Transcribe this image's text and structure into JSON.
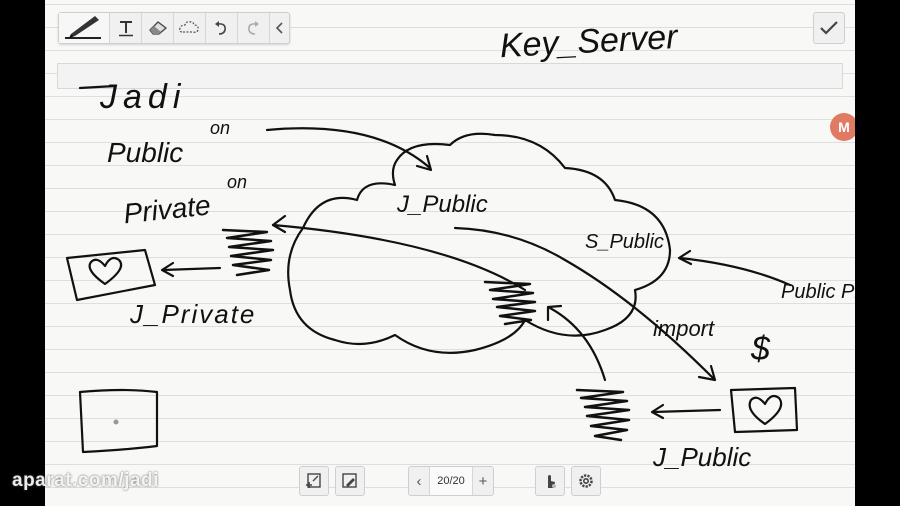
{
  "toolbar": {
    "tools": [
      "pen-icon",
      "text-icon",
      "eraser-icon",
      "lasso-icon",
      "undo-icon",
      "redo-icon",
      "collapse-chevron-icon"
    ]
  },
  "actions": {
    "confirm_icon": "check-icon"
  },
  "badge": {
    "label": "M"
  },
  "sketch": {
    "title": "Key_Server",
    "user": "Jadi",
    "key_public": "Public",
    "key_private": "Private",
    "annotation_on": "on",
    "cloud_j_public": "J_Public",
    "cloud_s_public": "S_Public",
    "j_private_label": "J_Private",
    "public_from": "Public Prm",
    "import_label": "import",
    "dollar": "$",
    "j_public_bottom": "J_Public"
  },
  "pager": {
    "current": "20/20",
    "prev": "‹",
    "next": "+"
  },
  "bottom_tools": [
    "add-page-icon",
    "edit-page-icon",
    "finger-touch-icon",
    "settings-gear-icon"
  ],
  "watermark": "aparat.com/jadi",
  "colors": {
    "ink": "#111111",
    "paper": "#f8f8f6",
    "badge": "#e07a63"
  }
}
